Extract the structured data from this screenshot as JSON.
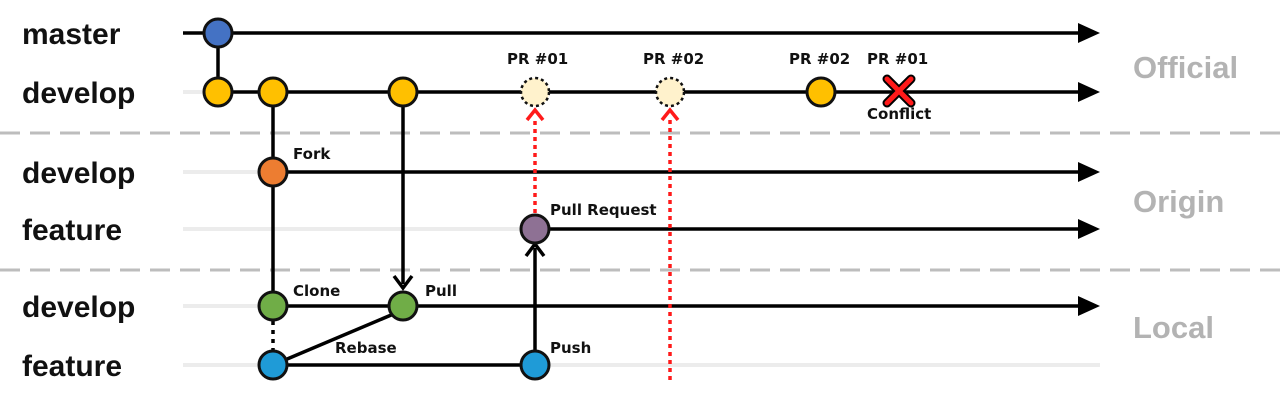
{
  "sections": {
    "official": "Official",
    "origin": "Origin",
    "local": "Local"
  },
  "branches": {
    "official_master": "master",
    "official_develop": "develop",
    "origin_develop": "develop",
    "origin_feature": "feature",
    "local_develop": "develop",
    "local_feature": "feature"
  },
  "annotations": {
    "pr01_top": "PR #01",
    "pr02_top": "PR #02",
    "pr02_merged": "PR #02",
    "pr01_conflict": "PR #01",
    "conflict": "Conflict",
    "fork": "Fork",
    "pull_request": "Pull Request",
    "clone": "Clone",
    "pull": "Pull",
    "rebase": "Rebase",
    "push": "Push"
  },
  "colors": {
    "master_commit": "#4472c4",
    "develop_commit": "#ffc000",
    "fork_commit": "#ed7d31",
    "pull_request_commit": "#8e7194",
    "local_develop_commit": "#70ad47",
    "local_feature_commit": "#1f9bd7",
    "pending_pr": "#fff2cc",
    "conflict_mark": "#ff1a1a"
  },
  "icons": {
    "conflict": "x-mark-icon",
    "flow": "arrow-icon"
  }
}
